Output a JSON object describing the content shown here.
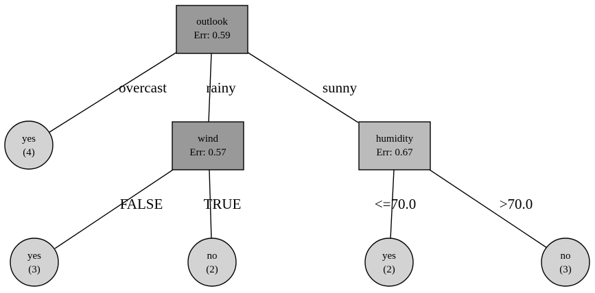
{
  "tree": {
    "nodes": {
      "outlook": {
        "title": "outlook",
        "detail": "Err: 0.59",
        "fill": "#999999"
      },
      "wind": {
        "title": "wind",
        "detail": "Err: 0.57",
        "fill": "#999999"
      },
      "humidity": {
        "title": "humidity",
        "detail": "Err: 0.67",
        "fill": "#bbbbbb"
      },
      "leaf_overcast": {
        "title": "yes",
        "detail": "(4)",
        "fill": "#d3d3d3"
      },
      "leaf_false": {
        "title": "yes",
        "detail": "(3)",
        "fill": "#d3d3d3"
      },
      "leaf_true": {
        "title": "no",
        "detail": "(2)",
        "fill": "#d3d3d3"
      },
      "leaf_le70": {
        "title": "yes",
        "detail": "(2)",
        "fill": "#d3d3d3"
      },
      "leaf_gt70": {
        "title": "no",
        "detail": "(3)",
        "fill": "#d3d3d3"
      }
    },
    "edges": {
      "overcast": "overcast",
      "rainy": "rainy",
      "sunny": "sunny",
      "false": "FALSE",
      "true": "TRUE",
      "le70": "<=70.0",
      "gt70": ">70.0"
    }
  }
}
